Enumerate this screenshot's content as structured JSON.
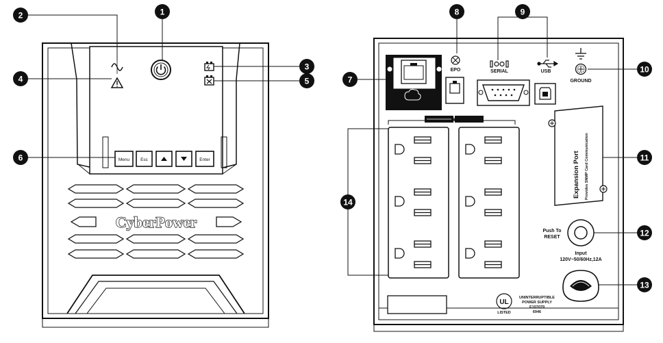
{
  "front": {
    "logo_text": "CyberPower",
    "buttons": [
      "Menu",
      "Esc",
      "▲",
      "▼",
      "Enter"
    ]
  },
  "rear": {
    "epo_label": "EPO",
    "serial_label": "SERIAL",
    "usb_label": "USB",
    "ground_label": "GROUND",
    "expansion_title": "Expansion Port",
    "expansion_sub": "Provides SNMP Card Communication",
    "reset_label_line1": "Push To",
    "reset_label_line2": "RESET",
    "input_label_line1": "Input",
    "input_label_line2": "120V~50/60Hz,12A",
    "bottom_text_lines": [
      "UNINTERRUPTIBLE",
      "POWER SUPPLY",
      "E107079",
      "6946"
    ],
    "ul_text": "LISTED"
  },
  "callouts": [
    "1",
    "2",
    "3",
    "4",
    "5",
    "6",
    "7",
    "8",
    "9",
    "10",
    "11",
    "12",
    "13",
    "14"
  ]
}
